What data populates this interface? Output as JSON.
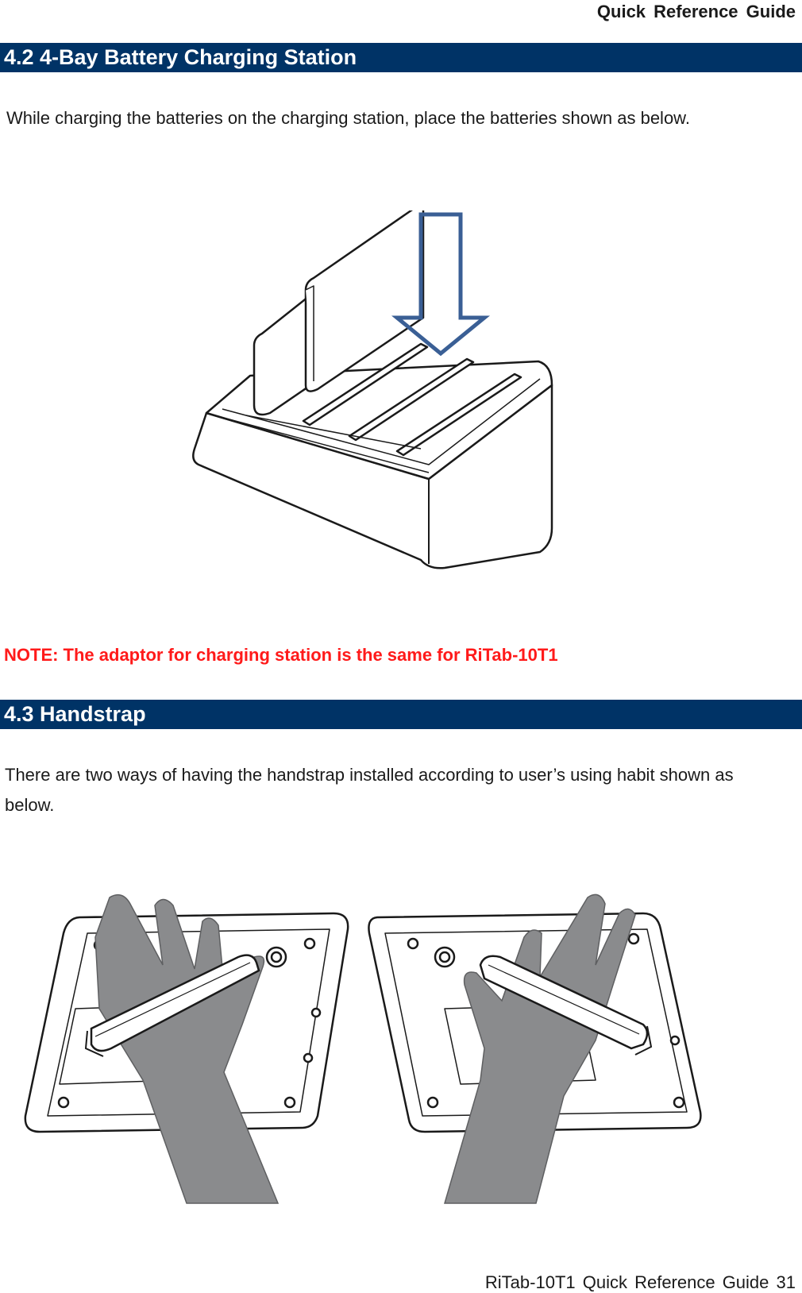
{
  "header": {
    "title": "Quick  Reference  Guide"
  },
  "section_charging": {
    "heading": "4.2 4-Bay Battery Charging Station",
    "instruction": "While charging the batteries on the charging station, place the batteries shown as below.",
    "note": "NOTE: The adaptor for charging station is the same for RiTab-10T1"
  },
  "section_handstrap": {
    "heading": "4.3 Handstrap",
    "instruction": "There are two ways of having the handstrap installed according to user’s using habit shown as below."
  },
  "footer": {
    "page_label": "RiTab-10T1  Quick  Reference  Guide  31"
  },
  "colors": {
    "section_bar": "#003366",
    "note_text": "#ff1a1a",
    "arrow": "#3a5f95",
    "hand": "#8a8b8d"
  }
}
